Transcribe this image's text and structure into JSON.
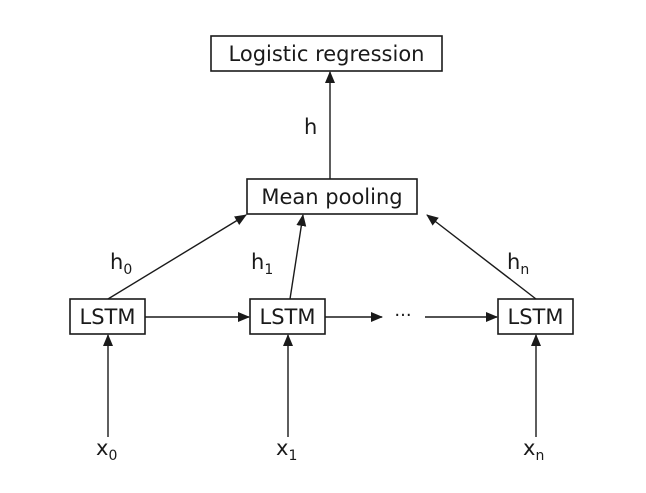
{
  "nodes": {
    "logistic_regression": "Logistic regression",
    "mean_pooling": "Mean pooling",
    "lstm_0": "LSTM",
    "lstm_1": "LSTM",
    "lstm_n": "LSTM",
    "ellipsis": "···"
  },
  "labels": {
    "h": "h",
    "h0": {
      "base": "h",
      "sub": "0"
    },
    "h1": {
      "base": "h",
      "sub": "1"
    },
    "hn": {
      "base": "h",
      "sub": "n"
    },
    "x0": {
      "base": "x",
      "sub": "0"
    },
    "x1": {
      "base": "x",
      "sub": "1"
    },
    "xn": {
      "base": "x",
      "sub": "n"
    }
  }
}
